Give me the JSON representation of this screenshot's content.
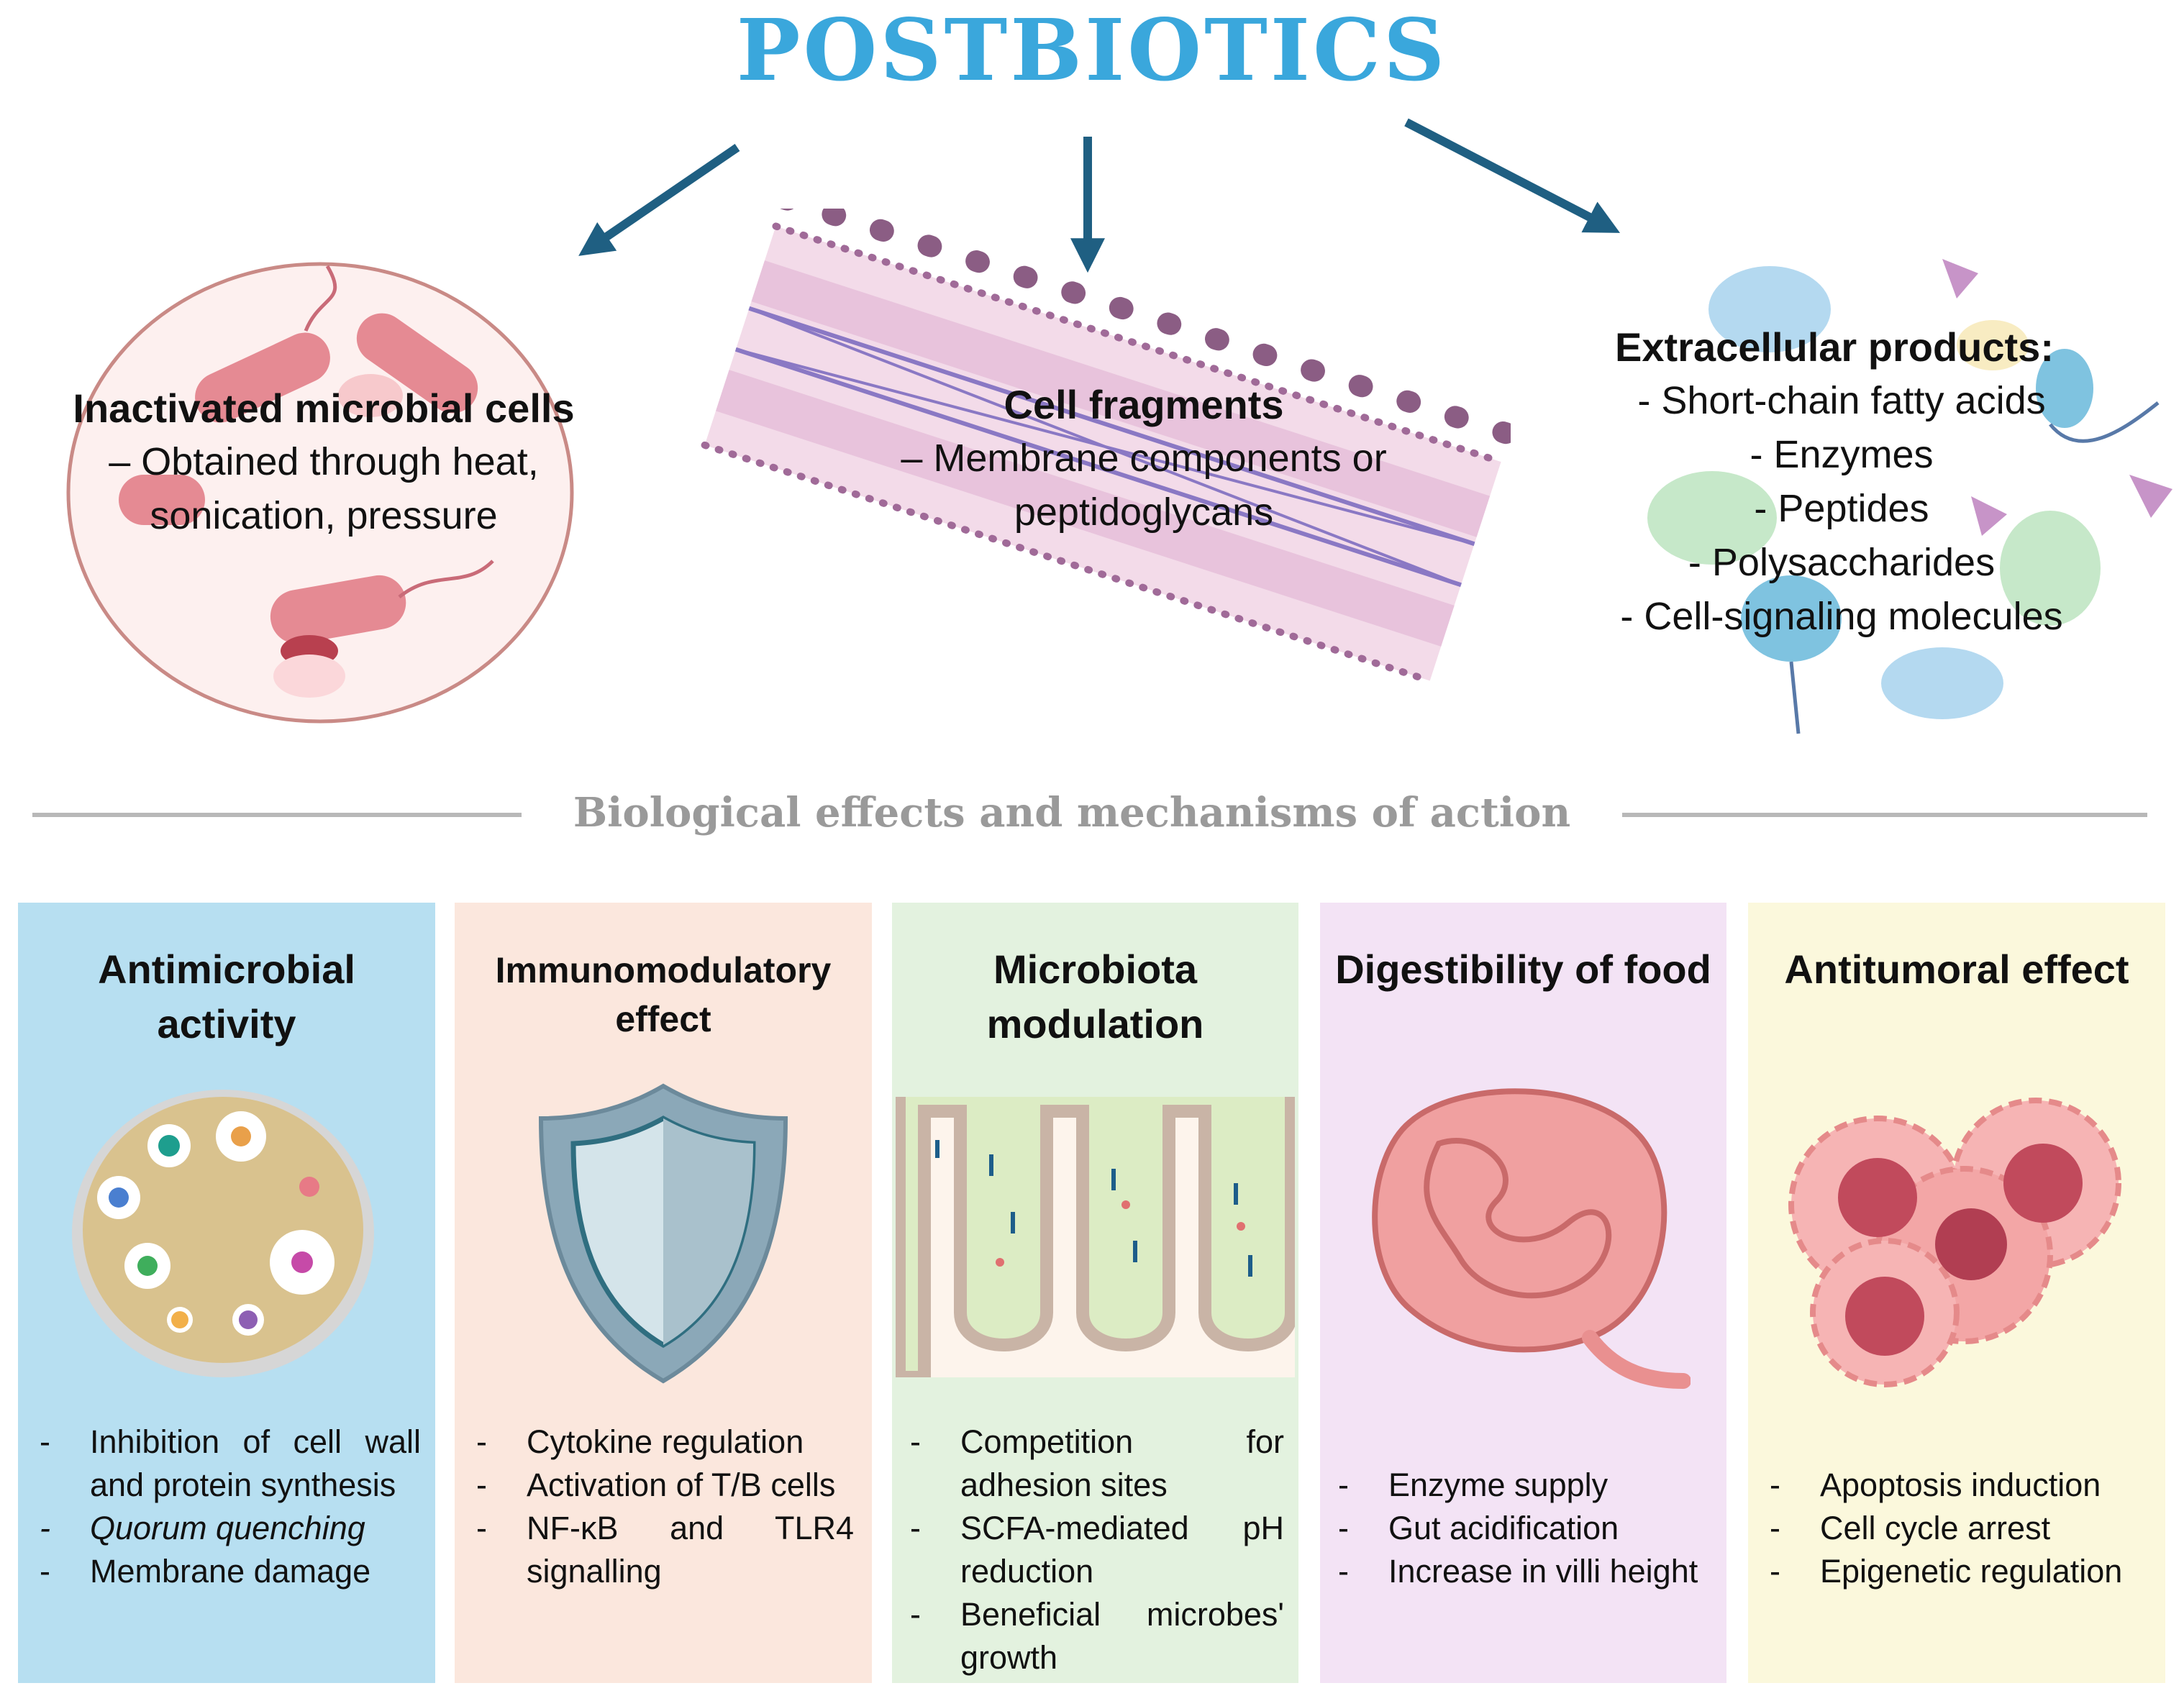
{
  "title": "POSTBIOTICS",
  "categories": [
    {
      "name": "Inactivated microbial cells",
      "description_lines": [
        "– Obtained through heat,",
        "sonication, pressure"
      ]
    },
    {
      "name": "Cell fragments",
      "description_lines": [
        "– Membrane components or",
        "peptidoglycans"
      ]
    },
    {
      "name": "Extracellular products:",
      "items": [
        "- Short-chain fatty acids",
        "- Enzymes",
        "- Peptides",
        "- Polysaccharides",
        "- Cell-signaling molecules"
      ]
    }
  ],
  "section_heading": "Biological effects and mechanisms of action",
  "effects": [
    {
      "title": "Antimicrobial activity",
      "bg": "#b7dff1",
      "items": [
        "Inhibition of cell wall and protein synthesis",
        "Quorum quenching",
        "Membrane damage"
      ]
    },
    {
      "title": "Immunomodulatory effect",
      "bg": "#fbe7dd",
      "items": [
        "Cytokine regulation",
        "Activation of T/B cells",
        "NF-κB and TLR4 signalling"
      ]
    },
    {
      "title": "Microbiota modulation",
      "bg": "#e3f2df",
      "items": [
        "Competition for adhesion sites",
        "SCFA-mediated pH reduction",
        "Beneficial microbes' growth"
      ]
    },
    {
      "title": "Digestibility of food",
      "bg": "#f3e3f5",
      "items": [
        "Enzyme supply",
        "Gut acidification",
        "Increase in villi height"
      ]
    },
    {
      "title": "Antitumoral effect",
      "bg": "#fbf8dc",
      "items": [
        "Apoptosis induction",
        "Cell cycle arrest",
        "Epigenetic regulation"
      ]
    }
  ],
  "colors": {
    "title": "#3aa7dc",
    "arrows": "#1f5f82",
    "heading_gray": "#9a9a9a"
  }
}
